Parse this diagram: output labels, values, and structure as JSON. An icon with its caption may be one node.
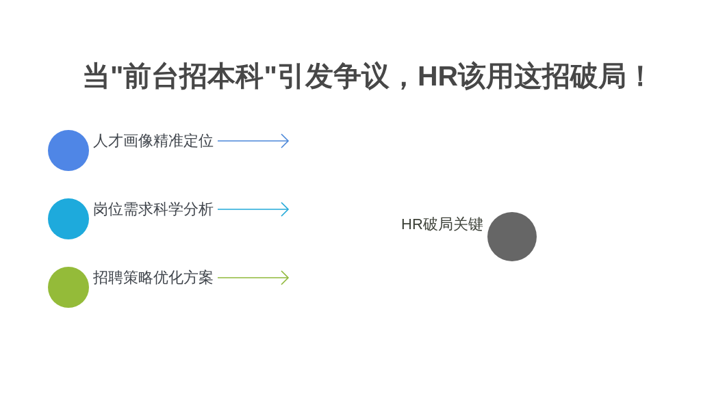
{
  "diagram": {
    "title": "当\"前台招本科\"引发争议，HR该用这招破局！",
    "nodes": [
      {
        "text": [
          "人才画像精准定位"
        ]
      },
      {
        "text": [
          "岗位需求科学分析"
        ]
      },
      {
        "text": [
          "招聘策略优化方案"
        ]
      },
      {
        "text": [
          "HR破局关键"
        ]
      }
    ],
    "edges": [
      {
        "from": 0,
        "to": null,
        "arrow": "to",
        "color": "#4a86d8"
      },
      {
        "from": 1,
        "to": null,
        "arrow": "to",
        "color": "#21a8d8"
      },
      {
        "from": 2,
        "to": null,
        "arrow": "to",
        "color": "#8fb83a"
      }
    ]
  }
}
